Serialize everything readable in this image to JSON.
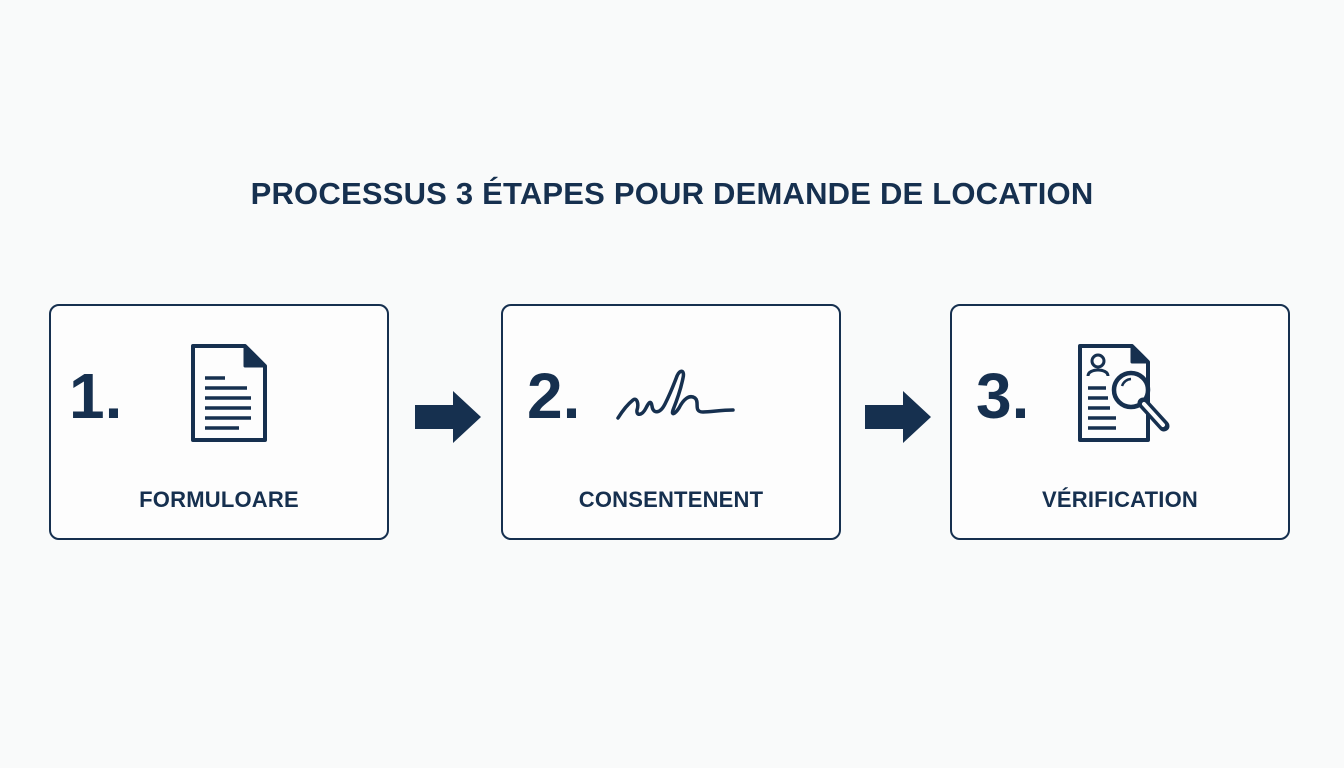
{
  "title": "PROCESSUS 3 ÉTAPES POUR DEMANDE DE LOCATION",
  "colors": {
    "primary": "#16304f",
    "background": "#f9fafa"
  },
  "steps": [
    {
      "number": "1.",
      "label": "FORMULOARE",
      "icon": "document-icon"
    },
    {
      "number": "2.",
      "label": "CONSENTENENT",
      "icon": "signature-icon"
    },
    {
      "number": "3.",
      "label": "VÉRIFICATION",
      "icon": "document-search-icon"
    }
  ],
  "connectors": [
    "arrow-right-icon",
    "arrow-right-icon"
  ]
}
